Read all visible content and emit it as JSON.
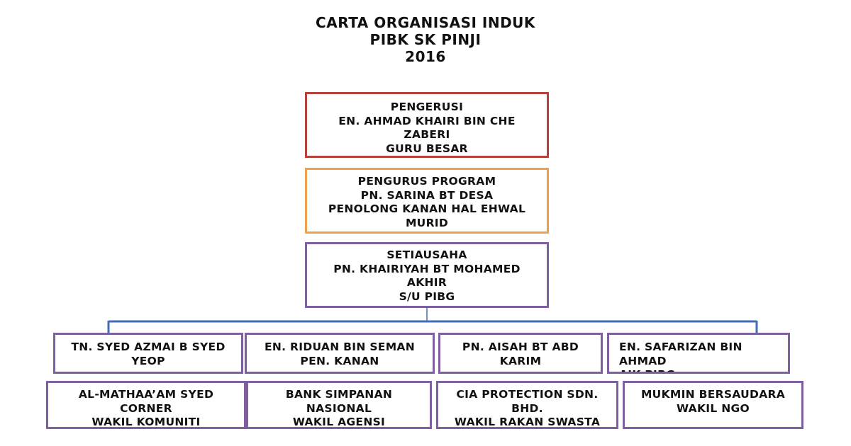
{
  "title": {
    "line1": "CARTA ORGANISASI INDUK",
    "line2": "PIBK SK PINJI",
    "line3": "2016"
  },
  "chair": {
    "role": "PENGERUSI",
    "name_line1": "EN. AHMAD KHAIRI BIN CHE",
    "name_line2": "ZABERI",
    "position": "GURU BESAR"
  },
  "program_manager": {
    "role": "PENGURUS PROGRAM",
    "name": "PN. SARINA BT DESA",
    "position_line1": "PENOLONG KANAN HAL EHWAL",
    "position_line2": "MURID"
  },
  "secretary": {
    "role": "SETIAUSAHA",
    "name_line1": "PN. KHAIRIYAH BT MOHAMED",
    "name_line2": "AKHIR",
    "position": "S/U PIBG"
  },
  "members": [
    {
      "line1": "TN. SYED AZMAI B SYED",
      "line2": "YEOP"
    },
    {
      "line1": "EN. RIDUAN BIN SEMAN",
      "line2": "PEN. KANAN"
    },
    {
      "line1": "PN. AISAH BT ABD",
      "line2": "KARIM"
    },
    {
      "line1": "EN. SAFARIZAN BIN",
      "line2": "AHMAD",
      "line3": "AJK PIBG"
    }
  ],
  "representatives": [
    {
      "line1": "AL-MATHAA’AM SYED",
      "line2": "CORNER",
      "line3": "WAKIL KOMUNITI"
    },
    {
      "line1": "BANK SIMPANAN",
      "line2": "NASIONAL",
      "line3": "WAKIL AGENSI"
    },
    {
      "line1": "CIA PROTECTION SDN.",
      "line2": "BHD.",
      "line3": "WAKIL RAKAN SWASTA"
    },
    {
      "line1": "MUKMIN BERSAUDARA",
      "line2": "WAKIL NGO"
    }
  ],
  "colors": {
    "chair_border": "#b5433b",
    "program_border": "#f0a04b",
    "default_border": "#7e5fa0",
    "connector": "#3e6fb5"
  }
}
